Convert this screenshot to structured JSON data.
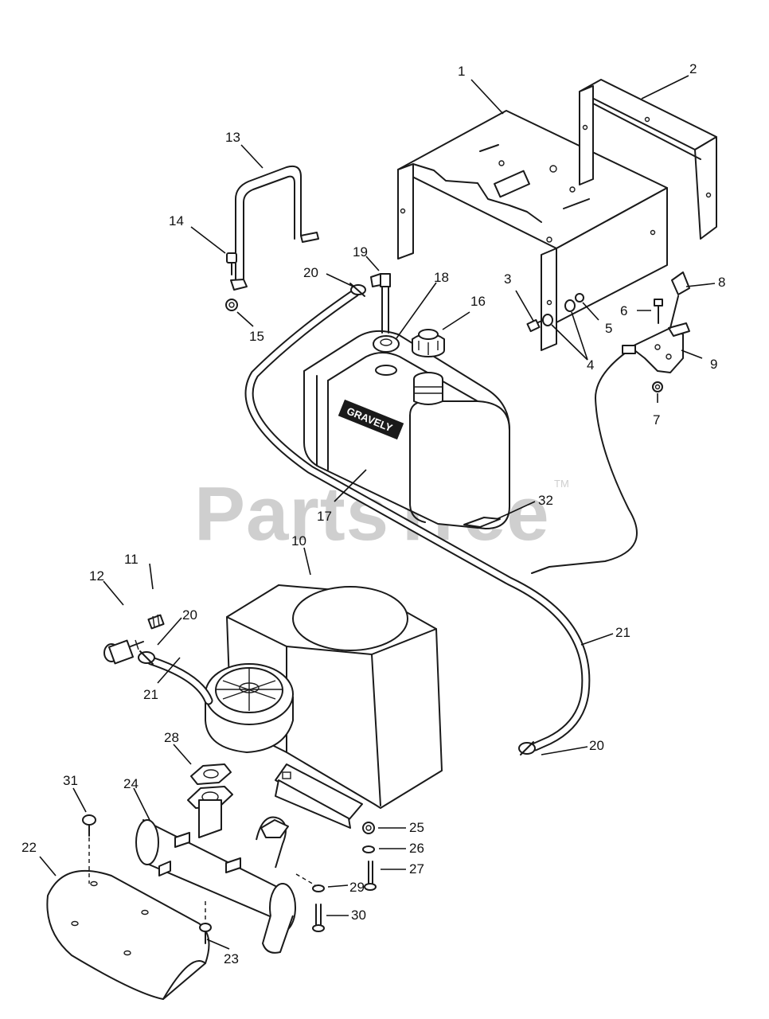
{
  "watermark": {
    "text": "PartsTree",
    "trademark": "TM"
  },
  "tank_brand": "GRAVELY",
  "callouts": [
    "1",
    "2",
    "3",
    "4",
    "5",
    "6",
    "7",
    "8",
    "9",
    "10",
    "11",
    "12",
    "13",
    "14",
    "15",
    "16",
    "17",
    "18",
    "19",
    "20",
    "21",
    "22",
    "23",
    "24",
    "25",
    "26",
    "27",
    "28",
    "29",
    "30",
    "31",
    "32"
  ]
}
